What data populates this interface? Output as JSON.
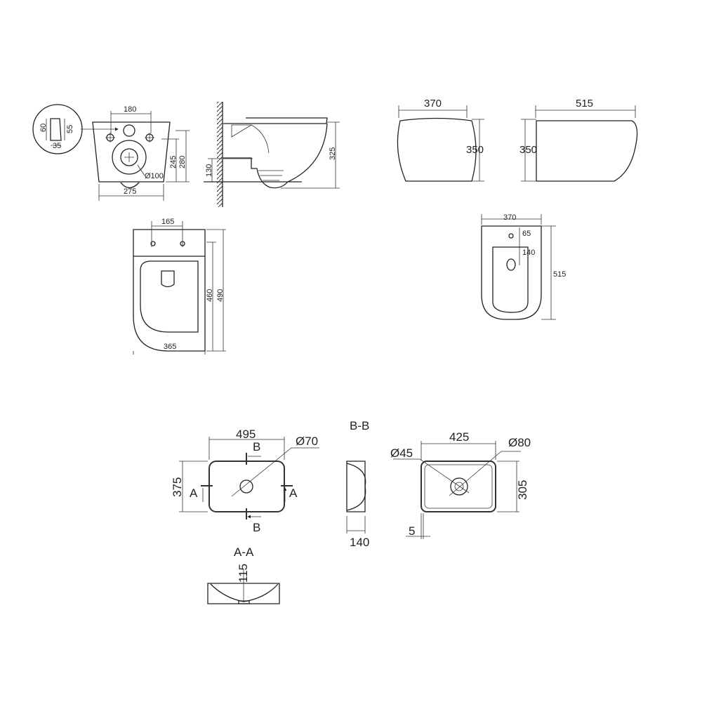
{
  "toilet_front": {
    "w180": "180",
    "d275": "275",
    "d245": "245",
    "d280": "280",
    "dia100": "Ø100",
    "det60": "60",
    "det55": "55",
    "det35": "35"
  },
  "toilet_side": {
    "d325": "325",
    "d130": "130"
  },
  "tank": {
    "front_w": "370",
    "front_h": "350",
    "side_w": "515",
    "side_h": "350"
  },
  "toilet_top": {
    "d165": "165",
    "d460": "460",
    "d490": "490",
    "d365": "365"
  },
  "bidet": {
    "w370": "370",
    "d65": "65",
    "d140": "140",
    "d515": "515"
  },
  "basin": {
    "w495": "495",
    "h375": "375",
    "dia70": "Ø70",
    "secB": "B",
    "secA": "A",
    "bb_title": "B-B",
    "d140": "140",
    "aa_title": "A-A",
    "d115": "115",
    "w425": "425",
    "h305": "305",
    "dia80": "Ø80",
    "dia45": "Ø45",
    "d5": "5"
  }
}
